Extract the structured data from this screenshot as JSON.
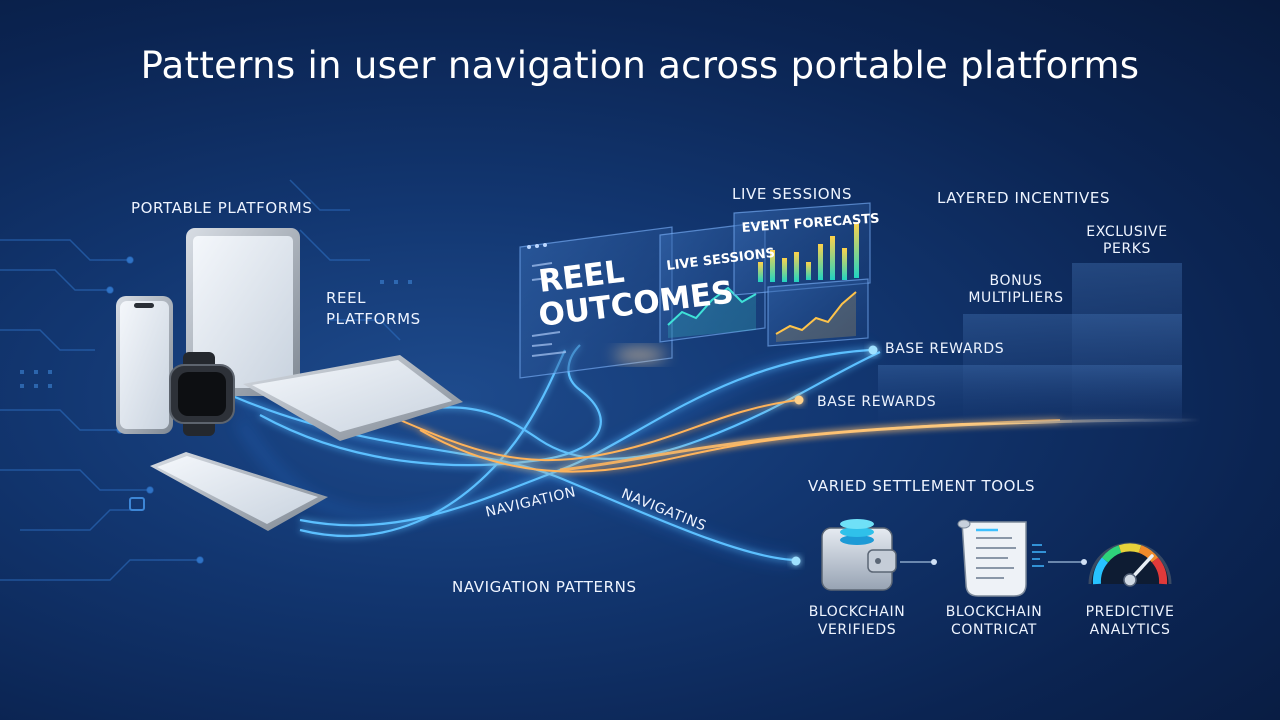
{
  "title": "Patterns in user navigation across portable platforms",
  "labels": {
    "portable_platforms": "PORTABLE PLATFORMS",
    "reel_platforms_line1": "REEL",
    "reel_platforms_line2": "PLATFORMS",
    "live_sessions": "LIVE SESSIONS",
    "layered_incentives": "LAYERED INCENTIVES",
    "navigation": "NAVIGATION",
    "navigatins": "NAVIGATINS",
    "navigation_patterns": "NAVIGATION PATTERNS",
    "varied_settlement_tools": "VARIED SETTLEMENT TOOLS"
  },
  "dashboard": {
    "reel_outcomes_line1": "REEL",
    "reel_outcomes_line2": "OUTCOMES",
    "live_sessions_panel": "LIVE SESSIONS",
    "event_forecasts": "EVENT FORECASTS"
  },
  "incentives": {
    "exclusive_perks_line1": "EXCLUSIVE",
    "exclusive_perks_line2": "PERKS",
    "bonus_multipliers_line1": "BONUS",
    "bonus_multipliers_line2": "MULTIPLIERS",
    "base_rewards_upper": "BASE REWARDS",
    "base_rewards_lower": "BASE REWARDS"
  },
  "settlement_tools": [
    {
      "line1": "BLOCKCHAIN",
      "line2": "VERIFIEDS",
      "icon": "wallet-icon"
    },
    {
      "line1": "BLOCKCHAIN",
      "line2": "CONTRICAT",
      "icon": "contract-scroll-icon"
    },
    {
      "line1": "PREDICTIVE",
      "line2": "ANALYTICS",
      "icon": "gauge-icon"
    }
  ],
  "colors": {
    "background": "#0b2452",
    "path_blue": "#3aa8ff",
    "path_orange": "#ffb35a",
    "accent_cyan": "#46d6ff"
  }
}
